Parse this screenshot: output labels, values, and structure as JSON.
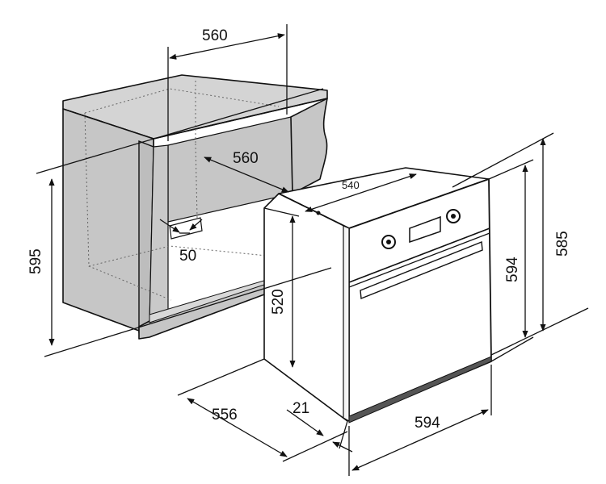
{
  "diagram": {
    "dimensions": {
      "niche_width_top": "560",
      "niche_depth": "560",
      "niche_height": "595",
      "vent_gap": "50",
      "oven_top_width": "540",
      "oven_body_height": "520",
      "oven_depth": "556",
      "front_panel_depth": "21",
      "oven_front_height": "594",
      "niche_total_height": "585",
      "oven_front_width": "594"
    },
    "colors": {
      "cabinet_fill": "#c6c6c6",
      "cabinet_top": "#d4d4d4",
      "outline": "#111111",
      "oven_fill": "#ffffff"
    }
  }
}
